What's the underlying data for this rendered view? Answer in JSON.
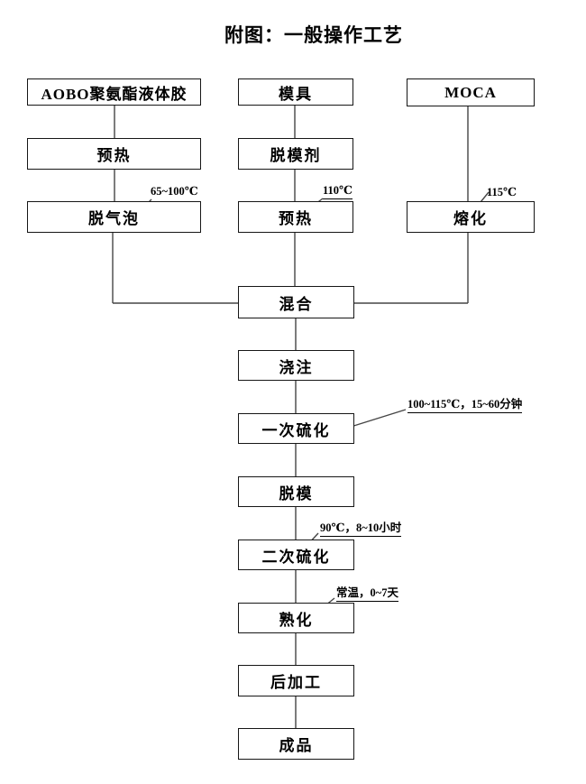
{
  "title": "附图：一般操作工艺",
  "colors": {
    "background": "#ffffff",
    "box_border": "#161616",
    "connector_line": "#454545",
    "text": "#000000"
  },
  "nodes": {
    "aobo": "AOBO聚氨酯液体胶",
    "preheat1": "预热",
    "degas": "脱气泡",
    "mold": "模具",
    "release_agent": "脱模剂",
    "preheat2": "预热",
    "moca": "MOCA",
    "melt": "熔化",
    "mix": "混合",
    "pour": "浇注",
    "primary_cure": "一次硫化",
    "demold": "脱模",
    "secondary_cure": "二次硫化",
    "aging": "熟化",
    "post_processing": "后加工",
    "finished_product": "成品"
  },
  "annotations": {
    "degas_temp": "65~100℃",
    "mold_preheat_temp": "110℃",
    "melt_temp": "115℃",
    "primary_cure_condition": "100~115℃，15~60分钟",
    "secondary_cure_condition": "90℃，8~10小时",
    "aging_condition": "常温，0~7天"
  },
  "edges": [
    {
      "from": "aobo",
      "to": "preheat1"
    },
    {
      "from": "preheat1",
      "to": "degas"
    },
    {
      "from": "degas",
      "to": "mix"
    },
    {
      "from": "mold",
      "to": "release_agent"
    },
    {
      "from": "release_agent",
      "to": "preheat2"
    },
    {
      "from": "preheat2",
      "to": "mix"
    },
    {
      "from": "moca",
      "to": "melt"
    },
    {
      "from": "melt",
      "to": "mix"
    },
    {
      "from": "mix",
      "to": "pour"
    },
    {
      "from": "pour",
      "to": "primary_cure"
    },
    {
      "from": "primary_cure",
      "to": "demold"
    },
    {
      "from": "demold",
      "to": "secondary_cure"
    },
    {
      "from": "secondary_cure",
      "to": "aging"
    },
    {
      "from": "aging",
      "to": "post_processing"
    },
    {
      "from": "post_processing",
      "to": "finished_product"
    }
  ]
}
